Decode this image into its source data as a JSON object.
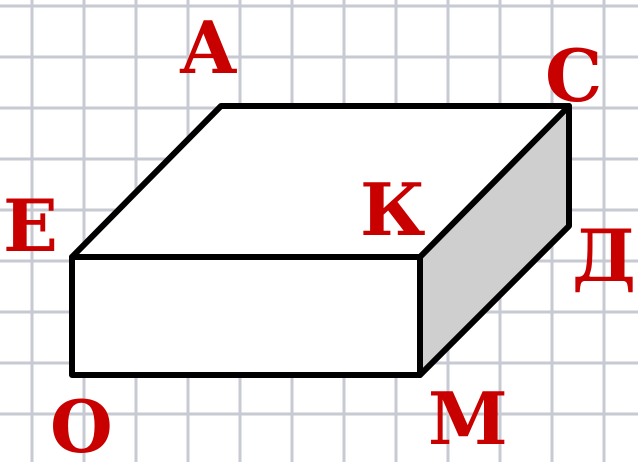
{
  "figure": {
    "type": "box-diagram",
    "vertices": {
      "A": "А",
      "C": "С",
      "E": "Е",
      "K": "К",
      "D": "Д",
      "O": "О",
      "M": "М"
    },
    "colors": {
      "background": "#ffffff",
      "grid": "#c7cad2",
      "edges": "#000000",
      "labels": "#c80000",
      "shaded_face": "#cfcfcf",
      "unshaded_face": "#ffffff"
    }
  }
}
